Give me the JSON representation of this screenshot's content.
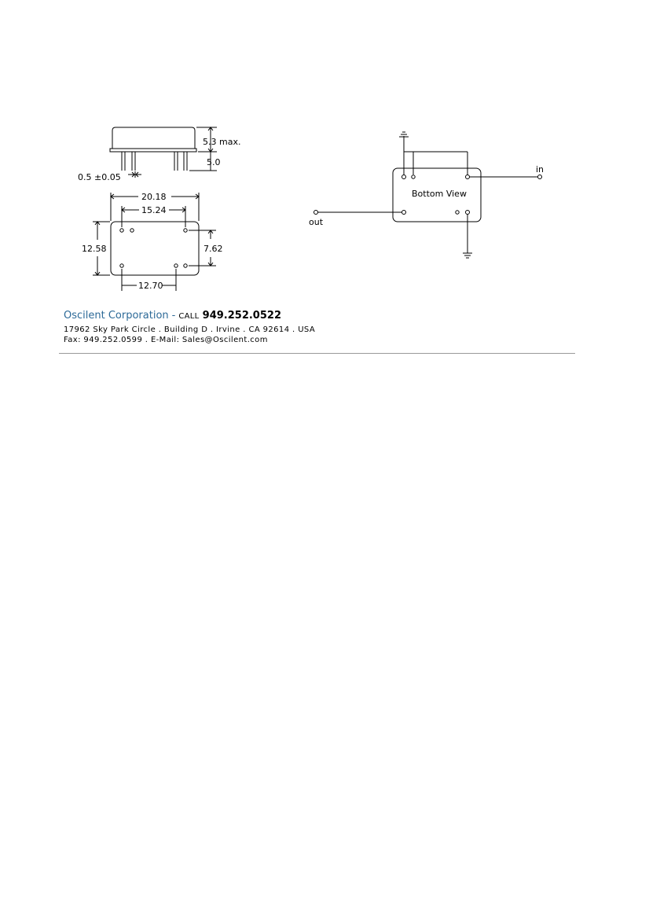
{
  "package_drawing": {
    "height_label": "5.3 max.",
    "lead_length_label": "5.0",
    "lead_diameter_label": "0.5 ±0.05",
    "width_label": "20.18",
    "pin_spacing_top_label": "15.24",
    "length_label": "12.58",
    "pin_spacing_side_label": "7.62",
    "pin_spacing_bottom_label": "12.70"
  },
  "pinout_diagram": {
    "view_label": "Bottom View",
    "input_label": "in",
    "output_label": "out"
  },
  "footer": {
    "company": "Oscilent Corporation",
    "separator": "-",
    "call_label": "CALL",
    "phone": "949.252.0522",
    "address": "17962 Sky Park Circle . Building D . Irvine . CA   92614 .   USA",
    "contact": "Fax: 949.252.0599 . E-Mail: Sales@Oscilent.com"
  }
}
